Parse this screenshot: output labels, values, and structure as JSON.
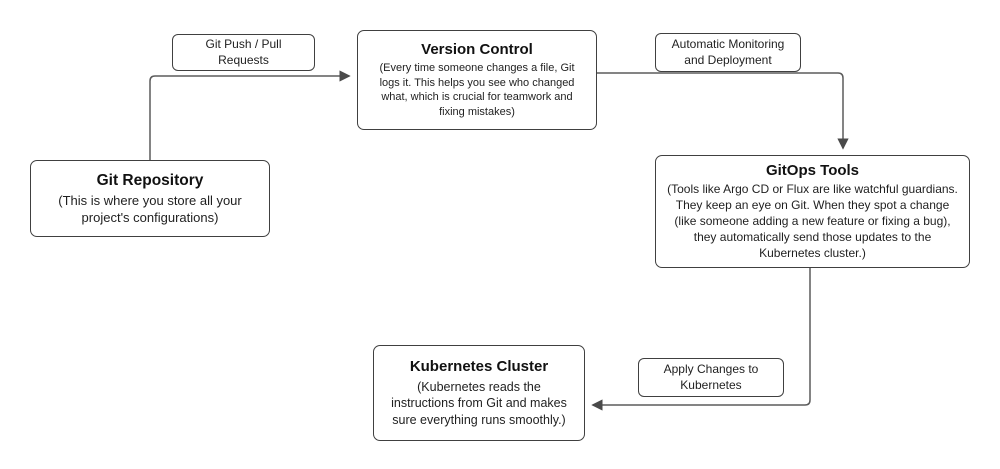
{
  "diagram": {
    "nodes": {
      "git_repository": {
        "title": "Git Repository",
        "body": "(This is where you store all your project's configurations)"
      },
      "version_control": {
        "title": "Version Control",
        "body": "(Every time someone changes a file, Git logs it. This helps you see who changed what, which is crucial for teamwork and fixing mistakes)"
      },
      "gitops_tools": {
        "title": "GitOps Tools",
        "body": "(Tools like Argo CD or Flux are like watchful guardians. They keep an eye on Git. When they spot a change (like someone adding a new feature or fixing a bug), they automatically send those updates to the Kubernetes cluster.)"
      },
      "kubernetes_cluster": {
        "title": "Kubernetes Cluster",
        "body": "(Kubernetes reads the instructions from Git and makes sure everything runs smoothly.)"
      }
    },
    "edge_labels": {
      "push_pull": "Git Push / Pull Requests",
      "monitoring": "Automatic Monitoring and Deployment",
      "apply_changes": "Apply Changes to Kubernetes"
    },
    "colors": {
      "line": "#5b5b5b",
      "border": "#404040",
      "background": "#ffffff"
    }
  }
}
